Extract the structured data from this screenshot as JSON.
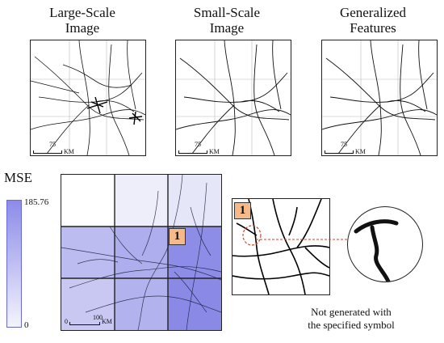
{
  "panels": {
    "large": {
      "title_line1": "Large-Scale",
      "title_line2": "Image",
      "scale_value": "75",
      "scale_unit": "KM"
    },
    "small": {
      "title_line1": "Small-Scale",
      "title_line2": "Image",
      "scale_value": "75",
      "scale_unit": "KM"
    },
    "general": {
      "title_line1": "Generalized",
      "title_line2": "Features",
      "scale_value": "75",
      "scale_unit": "KM"
    }
  },
  "mse": {
    "label": "MSE",
    "max": "185.76",
    "min": "0",
    "colors": {
      "high": "#8c8ce8",
      "low": "#f4f4fd",
      "border": "#6a6ad8"
    }
  },
  "grid_map": {
    "scale_zero": "0",
    "scale_value": "100",
    "scale_unit": "KM"
  },
  "highlight": {
    "badge_number": "1",
    "badge_color": "#f5b98a",
    "callout_color": "#d9402b"
  },
  "caption": {
    "line1": "Not generated with",
    "line2": "the specified symbol"
  }
}
